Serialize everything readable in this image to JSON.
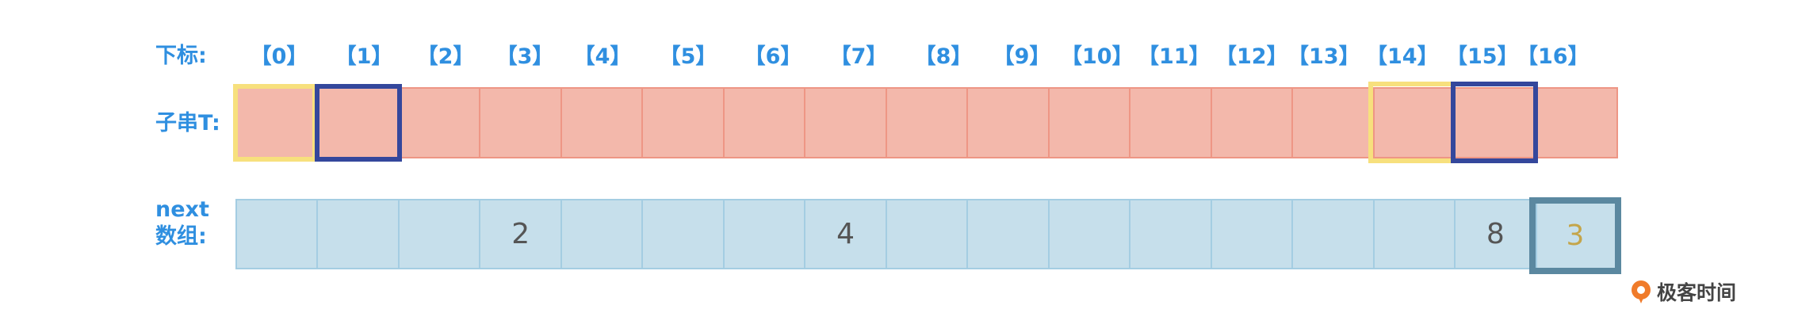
{
  "labels": {
    "index": "下标:",
    "substring": "子串T:",
    "next_line1": "next",
    "next_line2": "数组:"
  },
  "indices": [
    "【0】",
    "【1】",
    "【2】",
    "【3】",
    "【4】",
    "【5】",
    "【6】",
    "【7】",
    "【8】",
    "【9】",
    "【10】",
    "【11】",
    "【12】",
    "【13】",
    "【14】",
    "【15】",
    "【16】"
  ],
  "next_values": [
    "",
    "",
    "",
    "2",
    "",
    "",
    "",
    "4",
    "",
    "",
    "",
    "",
    "",
    "",
    "",
    "8",
    "3"
  ],
  "highlights": {
    "substring_yellow": [
      0,
      14
    ],
    "substring_blue": [
      1,
      15
    ],
    "next_dark": [
      16
    ]
  },
  "colors": {
    "label_blue": "#2f8fe0",
    "sub_fill": "#f3b8ab",
    "sub_border": "#ee9685",
    "next_fill": "#c6dfeb",
    "next_border": "#a4cde2",
    "highlight_yellow": "#f7e07d",
    "highlight_blue": "#34479c",
    "highlight_dark": "#5b88a0",
    "value_gold": "#c4a54a",
    "logo_orange": "#f07b2a"
  },
  "logo": {
    "text": "极客时间"
  }
}
